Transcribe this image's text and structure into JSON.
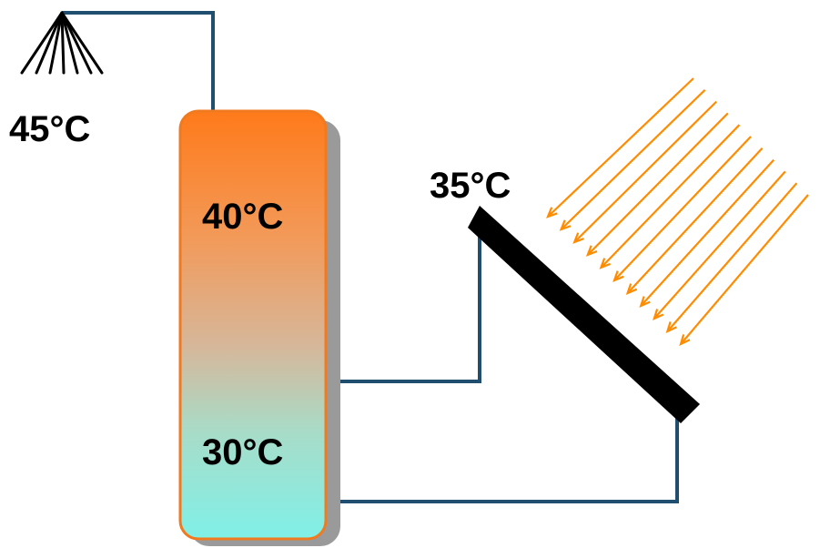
{
  "labels": {
    "shower_temperature": "45°C",
    "tank_top_temperature": "40°C",
    "tank_bottom_temperature": "30°C",
    "collector_temperature": "35°C"
  },
  "colors": {
    "pipe": "#1f4e6e",
    "tank_top": "#ff7a1a",
    "tank_bottom": "#80f0e8",
    "tank_border": "#f07a20",
    "collector": "#000000",
    "sun_rays": "#ff8c00",
    "shower_head": "#000000"
  },
  "sun_rays": {
    "count": 11
  }
}
